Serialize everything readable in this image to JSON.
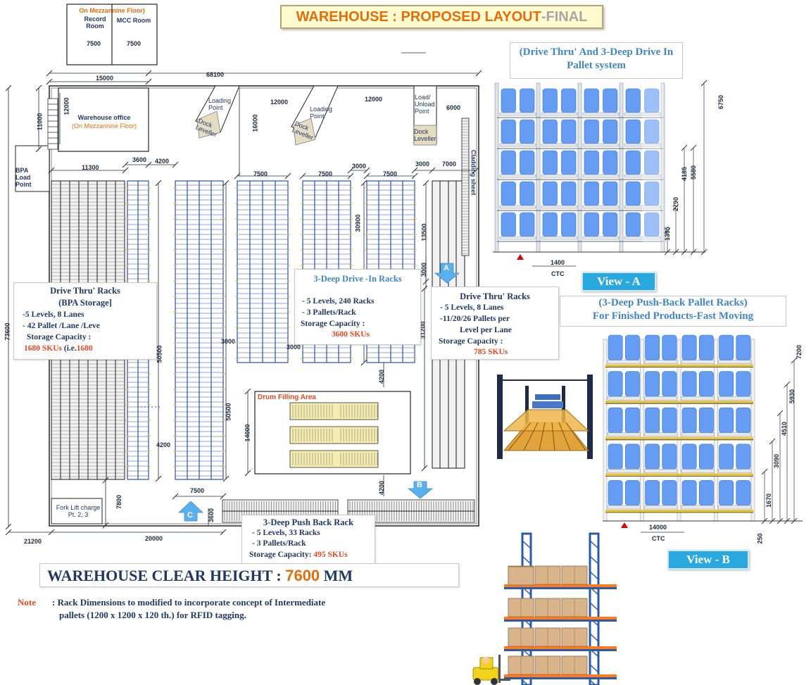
{
  "title": {
    "main": "WAREHOUSE : PROPOSED LAYOUT ",
    "suffix": "-FINAL"
  },
  "rooms": {
    "mezz_label": "On Mezzannine Floor)",
    "record_room": "Record Room",
    "mcc_room": "MCC Room",
    "record_dim": "7500",
    "mcc_dim": "7500",
    "warehouse_office": "Warehouse office",
    "office_mezz": "(On Mezzannine Floor)",
    "bpa_load_point": "BPA Load Point",
    "loading_point_1": "Loading Point",
    "loading_point_2": "Loading Point",
    "load_unload_point": "Load/ Unload Point",
    "dock_leveller_1": "Dock Leveller",
    "dock_leveller_2": "Dock Leveller",
    "dock_leveller_3": "Dock Leveller",
    "cladding_sheet": "Cladding sheet",
    "forklift_charge": "Fork Lift charge Pt. 2, 3",
    "drum_filling": "Drum Filling Area"
  },
  "dims": {
    "d15000": "15000",
    "d68100": "68100",
    "d12000a": "12000",
    "d12000b": "12000",
    "d12000c": "12000",
    "d6000": "6000",
    "d11000": "11000",
    "d16000": "16000",
    "d11300": "11300",
    "d3600a": "3600",
    "d4200a": "4200",
    "d7500a": "7500",
    "d7500b": "7500",
    "d3000a": "3000",
    "d7500c": "7500",
    "d3000b": "3000",
    "d7000": "7000",
    "d30900": "30900",
    "d13500": "13500",
    "d3000c": "3000",
    "d31200": "31200",
    "d73600": "73600",
    "d3000d": "3000",
    "d3000e": "3000",
    "d50500a": "50500",
    "d50500b": "50500",
    "d4200b": "4200",
    "d4200c": "4200",
    "d4200d": "4200",
    "d14000": "14000",
    "d7800": "7800",
    "d7500d": "7500",
    "d3600b": "3600",
    "d21200": "21200",
    "d20000": "20000"
  },
  "markers": {
    "a": "A",
    "b": "B",
    "c": "C"
  },
  "drive_thru_bpa": {
    "title1": "Drive Thru' Racks",
    "title2": "(BPA Storage]",
    "line1": "-5 Levels, 8 Lanes",
    "line2": "- 42 Pallet /Lane /Leve",
    "cap_label": "Storage Capacity  :",
    "cap_value": "1680 SKUs",
    "cap_paren_open": " (i.e.",
    "cap_paren_value": "1680"
  },
  "drive_in": {
    "title": "3-Deep Drive -In Racks",
    "line1": "-  5 Levels, 240 Racks",
    "line2": "-  3 Pallets/Rack",
    "cap_label": "Storage Capacity  :",
    "cap_value": "3600 SKUs"
  },
  "drive_thru": {
    "title": "Drive Thru'  Racks",
    "line1": "-  5 Levels, 8 Lanes",
    "line2": "-11/20/26 Pallets per",
    "line3": "Level per Lane",
    "cap_label": "Storage Capacity  :",
    "cap_value": "785 SKUs"
  },
  "push_back": {
    "title": "3-Deep Push Back Rack",
    "line1": "-  5 Levels, 33 Racks",
    "line2": "-  3 Pallets/Rack",
    "cap_label": "Storage Capacity:",
    "cap_value": "495 SKUs"
  },
  "clear_height": {
    "label": "WAREHOUSE CLEAR HEIGHT :  ",
    "value": "7600",
    "unit": " MM"
  },
  "note": {
    "label": "Note",
    "line1": ": Rack Dimensions to modified to incorporate concept of Intermediate",
    "line2": "pallets (1200 x 1200 x 120 th.) for RFID tagging."
  },
  "view_a": {
    "title": "(Drive Thru' And 3-Deep Drive In Pallet system",
    "button": "View - A",
    "dims": [
      "6750",
      "4185",
      "5580",
      "2790",
      "1395"
    ],
    "ctc_dim": "1400",
    "ctc": "CTC"
  },
  "view_b": {
    "title1": "(3-Deep  Push-Back Pallet Racks)",
    "title2": "For Finished Products-Fast Moving",
    "button": "View - B",
    "dims": [
      "7200",
      "5930",
      "4510",
      "3090",
      "1670"
    ],
    "ctc_dim": "14000",
    "ctc": "CTC",
    "bottom_dim": "250"
  },
  "colors": {
    "title_orange": "#e46c0a",
    "accent_red": "#e8461e",
    "rack_blue": "#2b4fb0",
    "rack_yellow": "#e8c23a",
    "view_button": "#29a8e0",
    "pallet_blue": "#4b8cf0"
  }
}
